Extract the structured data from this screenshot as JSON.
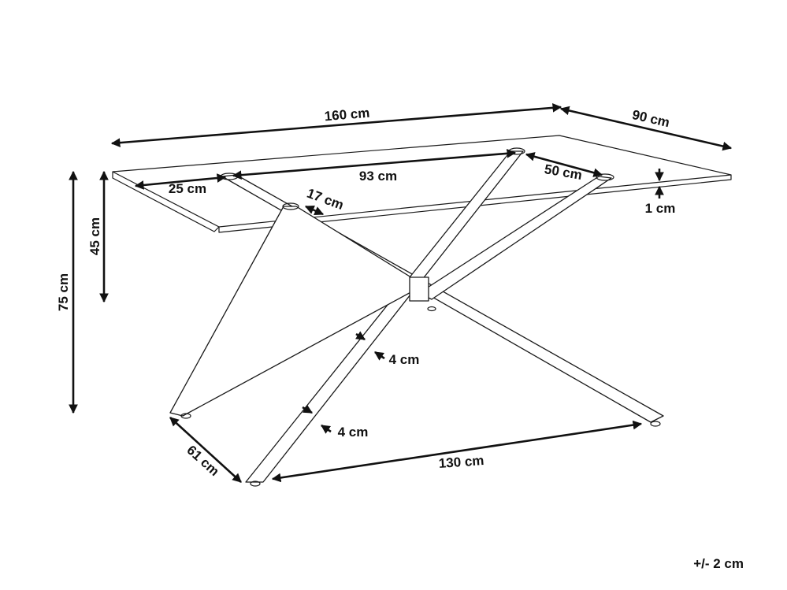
{
  "dimensions": {
    "length": "160 cm",
    "width": "90 cm",
    "glass_thickness": "1 cm",
    "total_height": "75 cm",
    "leg_height_under_top": "45 cm",
    "pad_spacing_long": "93 cm",
    "pad_offset_end": "25 cm",
    "pad_spacing_short": "50 cm",
    "pad_offset_edge": "17 cm",
    "leg_width_1": "4 cm",
    "leg_width_2": "4 cm",
    "base_width": "61 cm",
    "base_length": "130 cm"
  },
  "tolerance": "+/- 2 cm"
}
